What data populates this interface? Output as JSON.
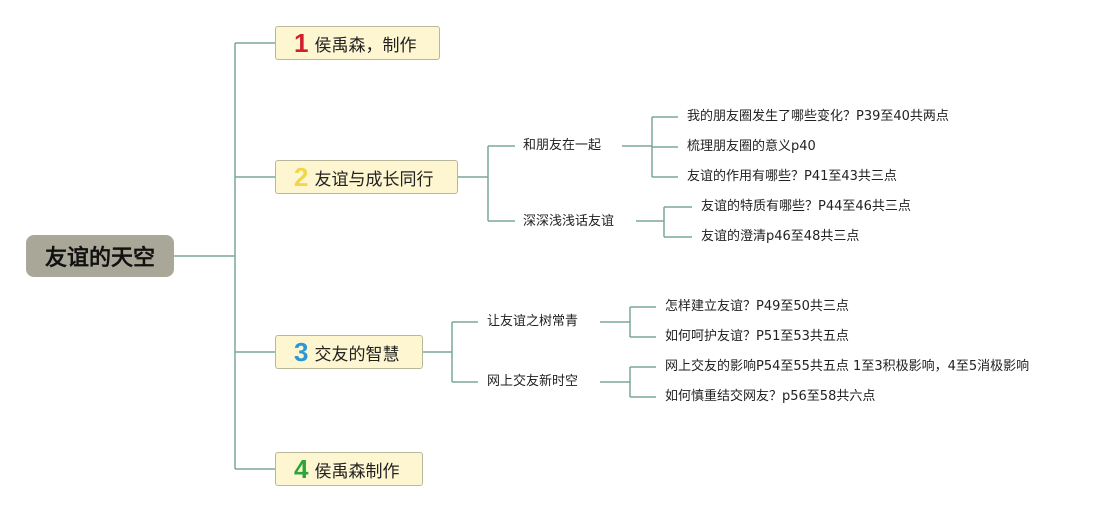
{
  "root": {
    "label": "友谊的天空"
  },
  "topics": [
    {
      "num": "1",
      "num_color": "#d0202c",
      "label": "侯禹森，制作",
      "subtopics": []
    },
    {
      "num": "2",
      "num_color": "#f2d64a",
      "label": "友谊与成长同行",
      "subtopics": [
        {
          "label": "和朋友在一起",
          "leaves": [
            "我的朋友圈发生了哪些变化？P39至40共两点",
            "梳理朋友圈的意义p40",
            "友谊的作用有哪些？P41至43共三点"
          ]
        },
        {
          "label": "深深浅浅话友谊",
          "leaves": [
            "友谊的特质有哪些？P44至46共三点",
            "友谊的澄清p46至48共三点"
          ]
        }
      ]
    },
    {
      "num": "3",
      "num_color": "#2a97d6",
      "label": "交友的智慧",
      "subtopics": [
        {
          "label": "让友谊之树常青",
          "leaves": [
            "怎样建立友谊？P49至50共三点",
            "如何呵护友谊？P51至53共五点"
          ]
        },
        {
          "label": "网上交友新时空",
          "leaves": [
            "网上交友的影响P54至55共五点 1至3积极影响，4至5消极影响",
            "如何慎重结交网友？p56至58共六点"
          ]
        }
      ]
    },
    {
      "num": "4",
      "num_color": "#2ea53a",
      "label": "侯禹森制作",
      "subtopics": []
    }
  ],
  "colors": {
    "line": "#7aa79a",
    "root_bg": "#a8a798",
    "topic_bg": "#fdf6d1"
  }
}
